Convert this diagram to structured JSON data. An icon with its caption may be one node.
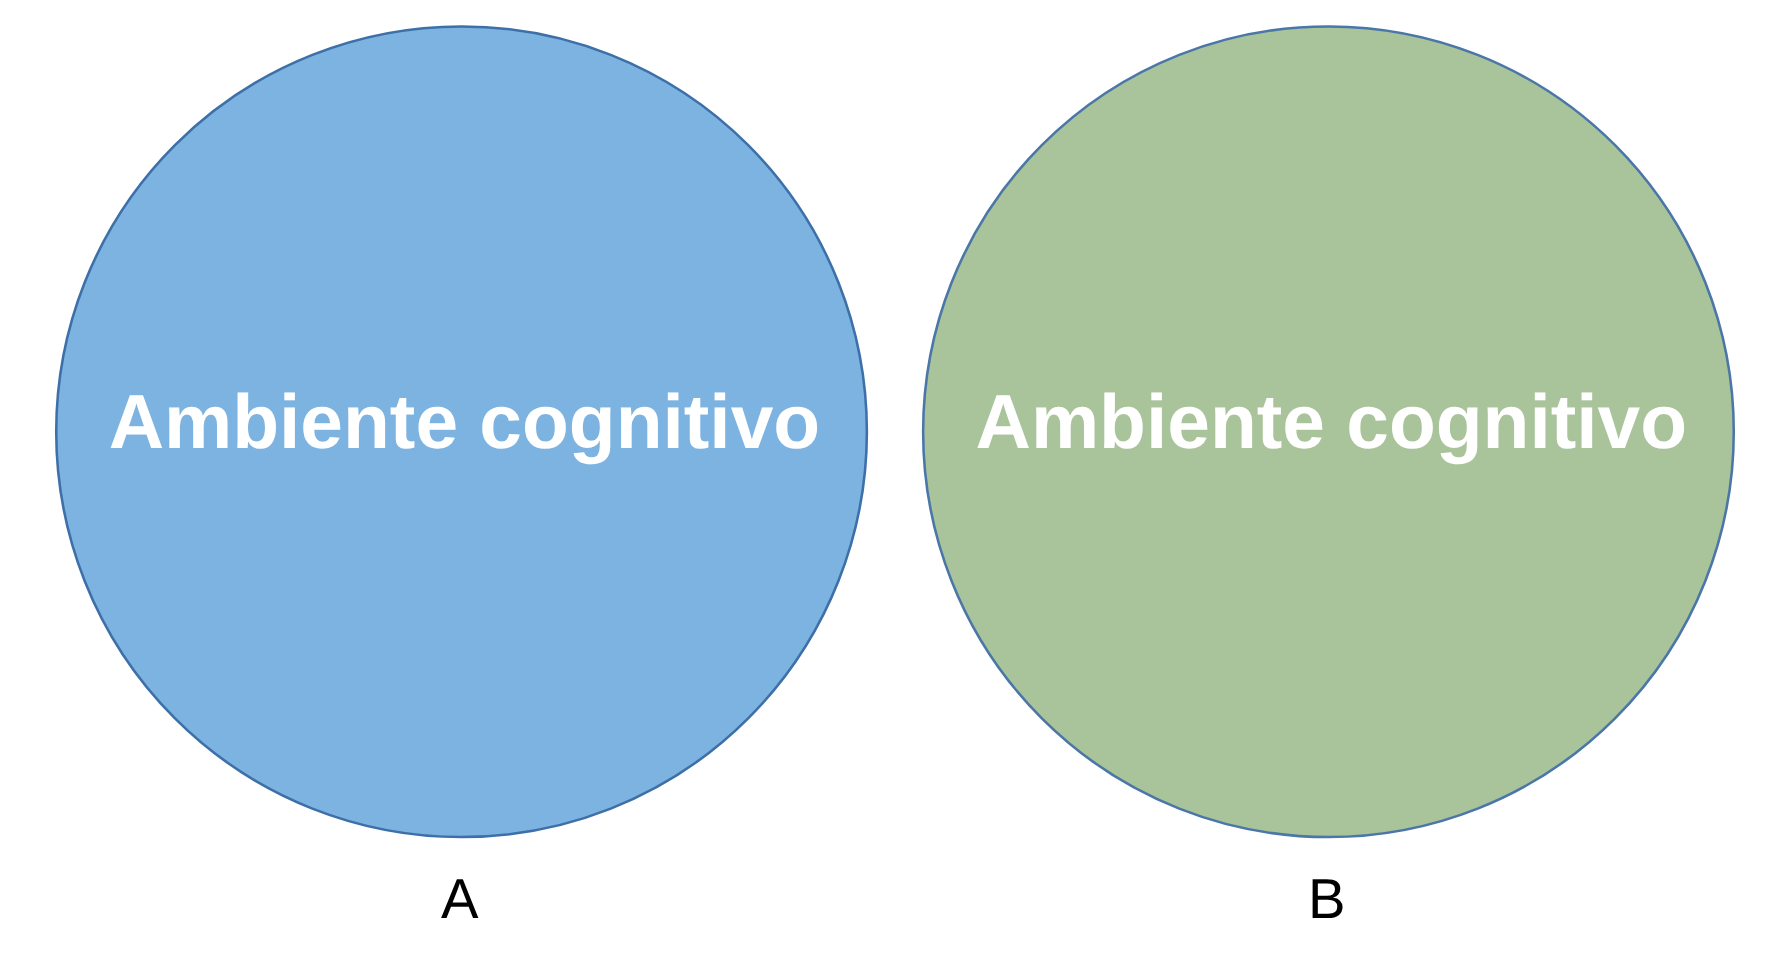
{
  "diagram": {
    "nodes": [
      {
        "text": [
          "Ambiente cognitivo"
        ],
        "beside": [
          "A"
        ]
      },
      {
        "text": [
          "Ambiente cognitivo"
        ],
        "beside": [
          "B"
        ]
      }
    ]
  }
}
